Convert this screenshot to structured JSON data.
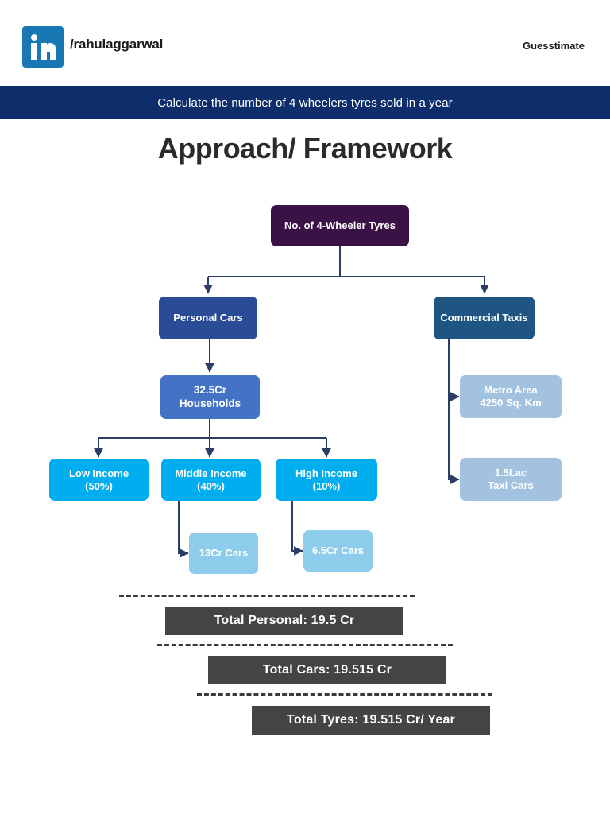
{
  "header": {
    "logo_icon": "linkedin-icon",
    "handle": "/rahulaggarwal",
    "category": "Guesstimate"
  },
  "question_band": {
    "text": "Calculate the number of 4 wheelers tyres sold in a year"
  },
  "page_title": "Approach/ Framework",
  "colors": {
    "band": "#0E2D6B",
    "root": "#3B1246",
    "personal": "#2A4B96",
    "commercial": "#1F5582",
    "households": "#4472C4",
    "income": "#00ADEE",
    "cars": "#8ECCEC",
    "taxi": "#A3C2E0",
    "total_bar": "#444444",
    "connector": "#2C3E66",
    "linkedin": "#1878B4"
  },
  "diagram": {
    "type": "tree",
    "nodes": {
      "root": {
        "label": "No. of 4-Wheeler Tyres"
      },
      "personal_cars": {
        "label": "Personal Cars"
      },
      "commercial_taxis": {
        "label": "Commercial Taxis"
      },
      "households": {
        "line1": "32.5Cr",
        "line2": "Households"
      },
      "low_income": {
        "line1": "Low Income",
        "line2": "(50%)"
      },
      "middle_income": {
        "line1": "Middle Income",
        "line2": "(40%)"
      },
      "high_income": {
        "line1": "High Income",
        "line2": "(10%)"
      },
      "middle_cars": {
        "label": "13Cr Cars"
      },
      "high_cars": {
        "label": "6.5Cr Cars"
      },
      "metro_area": {
        "line1": "Metro Area",
        "line2": "4250 Sq. Km"
      },
      "taxi_cars": {
        "line1": "1.5Lac",
        "line2": "Taxi Cars"
      }
    },
    "edges": [
      {
        "from": "root",
        "to": "personal_cars"
      },
      {
        "from": "root",
        "to": "commercial_taxis"
      },
      {
        "from": "personal_cars",
        "to": "households"
      },
      {
        "from": "households",
        "to": "low_income"
      },
      {
        "from": "households",
        "to": "middle_income"
      },
      {
        "from": "households",
        "to": "high_income"
      },
      {
        "from": "middle_income",
        "to": "middle_cars"
      },
      {
        "from": "high_income",
        "to": "high_cars"
      },
      {
        "from": "commercial_taxis",
        "to": "metro_area"
      },
      {
        "from": "commercial_taxis",
        "to": "taxi_cars"
      }
    ]
  },
  "totals": [
    {
      "label": "Total Personal: 19.5 Cr"
    },
    {
      "label": "Total Cars: 19.515 Cr"
    },
    {
      "label": "Total Tyres: 19.515 Cr/ Year"
    }
  ]
}
